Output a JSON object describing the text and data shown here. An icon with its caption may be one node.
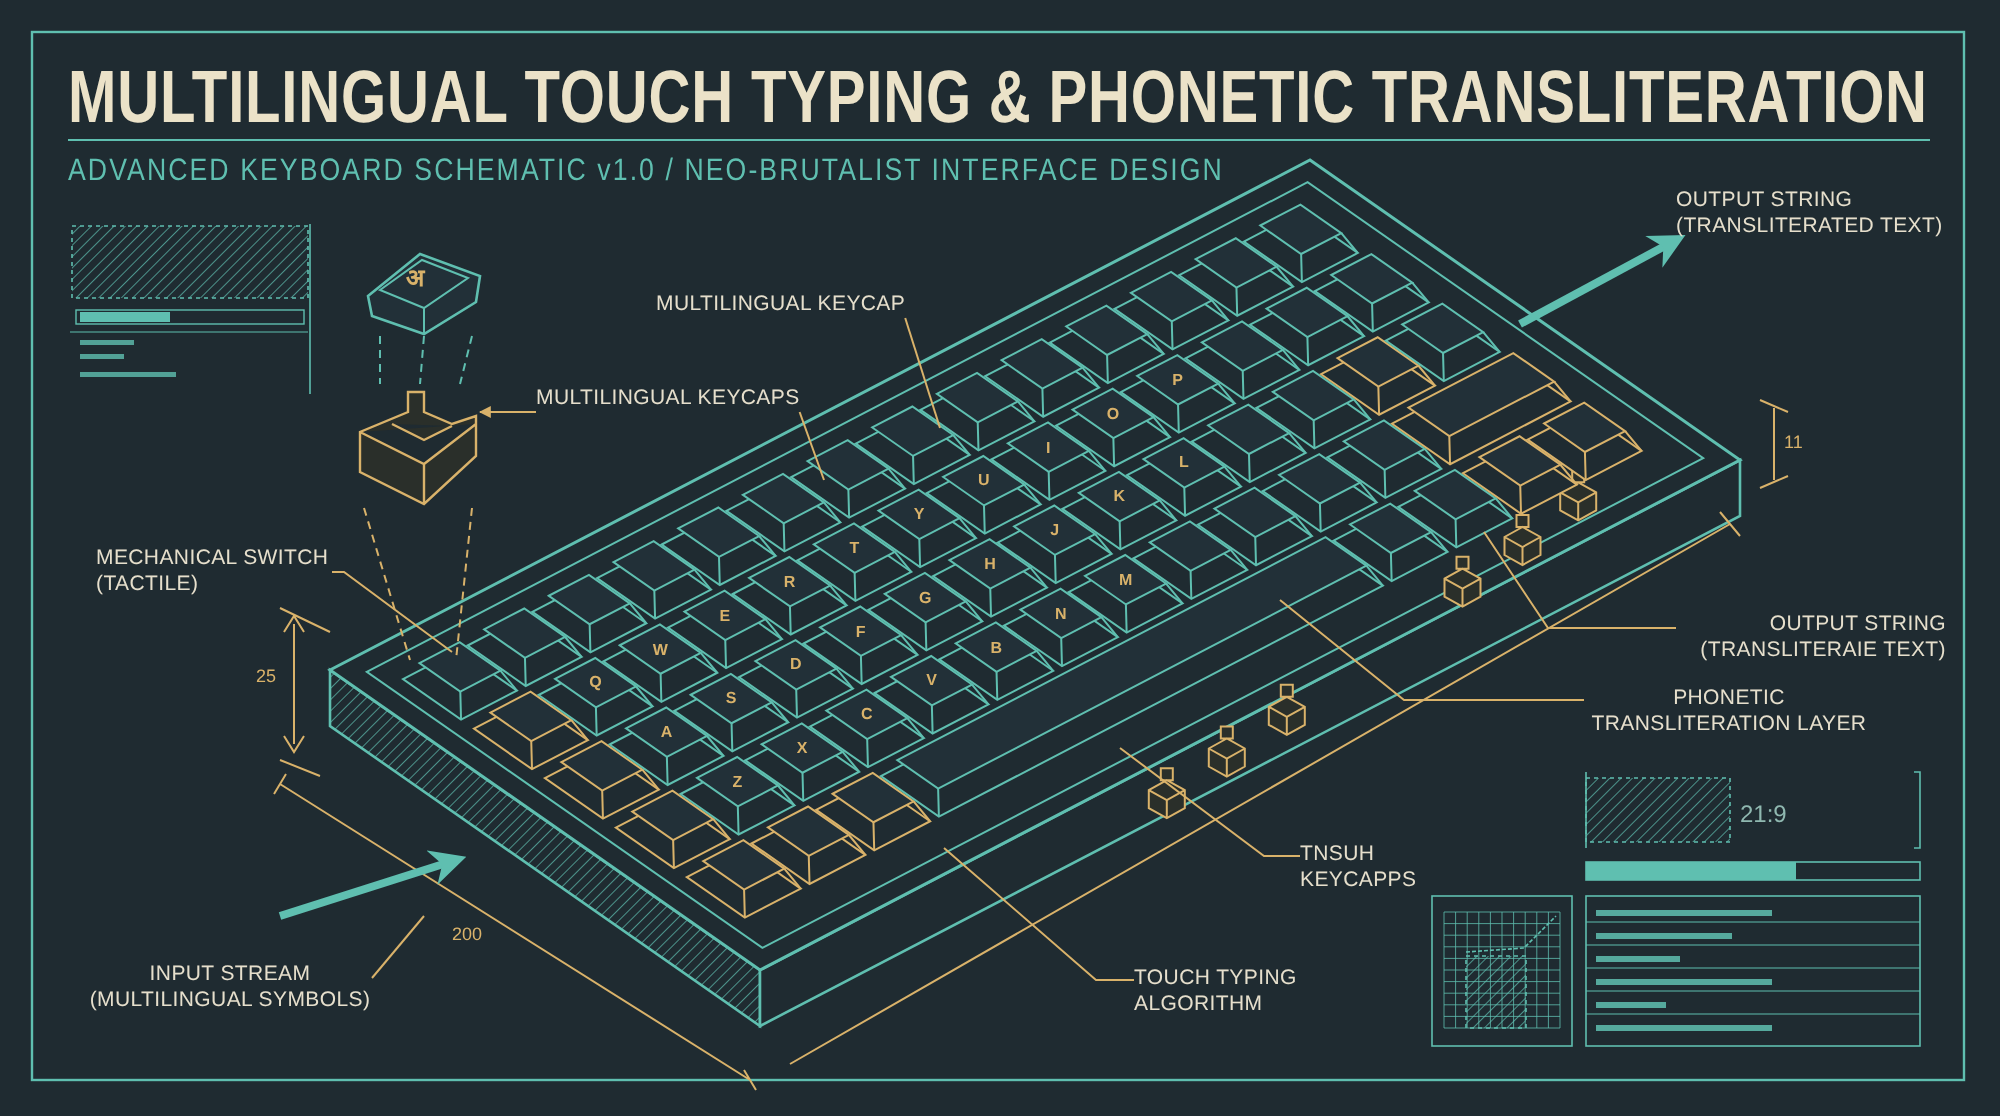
{
  "diagram": {
    "title": "MULTILINGUAL TOUCH TYPING & PHONETIC TRANSLITERATION",
    "nodes": [
      {
        "text": [
          "अ"
        ]
      },
      {
        "text": [],
        "shape": "picture"
      },
      {
        "text": [],
        "shape": "picture"
      },
      {
        "text": [
          "MULTILINGUAL KEYCAP"
        ]
      },
      {
        "text": [
          "MULTILINGUAL KEYCAPS"
        ]
      },
      {
        "text": [
          "MECHANICAL SWITCH (TACTILE)"
        ]
      },
      {
        "text": [
          "INPUT STREAM (MULTILINGUAL SYMBOLS)"
        ]
      },
      {
        "text": [
          "TOUCH TYPING ALGORITHM"
        ]
      },
      {
        "text": [
          "TNSUH KEYCAPPS"
        ]
      },
      {
        "text": [
          "PHONETIC TRANSLITERATION LAYER"
        ]
      },
      {
        "text": [
          "OUTPUT STRING (TRANSLITERAIE TEXT)"
        ]
      },
      {
        "text": [
          "OUTPUT STRING (TRANSLITERATED TEXT)"
        ]
      }
    ],
    "edges": [
      {
        "from": 3,
        "to": 2,
        "arrow": "none"
      },
      {
        "from": 4,
        "to": 1,
        "arrow": "to"
      },
      {
        "from": 4,
        "to": 2,
        "arrow": "none"
      },
      {
        "from": 5,
        "to": 2,
        "arrow": "none"
      },
      {
        "from": 6,
        "to": 2,
        "arrow": "none"
      },
      {
        "from": null,
        "to": 2,
        "arrow": "to",
        "style": "thick",
        "color": "#5fbfb0"
      },
      {
        "from": 7,
        "to": 2,
        "arrow": "none"
      },
      {
        "from": 8,
        "to": 2,
        "arrow": "none"
      },
      {
        "from": 9,
        "to": 2,
        "arrow": "none"
      },
      {
        "from": 10,
        "to": 2,
        "arrow": "none"
      },
      {
        "from": 2,
        "to": 11,
        "arrow": "to",
        "style": "thick",
        "color": "#5fbfb0"
      },
      {
        "from": 0,
        "to": 1,
        "arrow": "none",
        "style": "dashed",
        "color": "#5fbfb0"
      },
      {
        "from": 0,
        "to": 1,
        "arrow": "none",
        "style": "dashed",
        "color": "#5fbfb0"
      },
      {
        "from": 0,
        "to": 1,
        "arrow": "none",
        "style": "dashed",
        "color": "#5fbfb0"
      },
      {
        "from": 1,
        "to": 2,
        "arrow": "none",
        "style": "dashed"
      },
      {
        "from": 1,
        "to": 2,
        "arrow": "none",
        "style": "dashed"
      }
    ],
    "labels": [
      "ADVANCED KEYBOARD SCHEMATIC v1.0 / NEO-BRUTALIST INTERFACE DESIGN",
      "Q",
      "W",
      "E",
      "R",
      "T",
      "Y",
      "U",
      "I",
      "O",
      "P",
      "A",
      "S",
      "D",
      "F",
      "G",
      "H",
      "J",
      "K",
      "L",
      "Z",
      "X",
      "C",
      "V",
      "B",
      "N",
      "M",
      "25",
      "200",
      "11",
      "21:9"
    ]
  }
}
